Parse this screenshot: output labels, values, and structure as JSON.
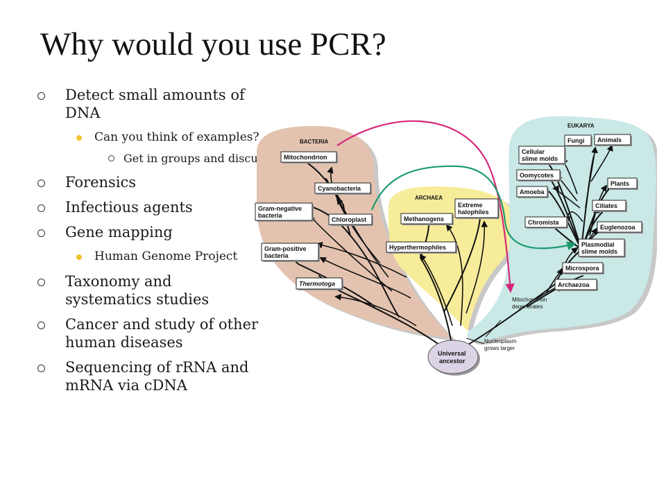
{
  "slide": {
    "title": "Why would you use PCR?",
    "bullets": [
      {
        "text": "Detect small amounts of DNA",
        "sub": [
          {
            "text": "Can you think of examples?",
            "sub": [
              {
                "text": "Get in groups and discuss!"
              }
            ]
          }
        ]
      },
      {
        "text": "Forensics",
        "sub": []
      },
      {
        "text": "Infectious agents",
        "sub": []
      },
      {
        "text": "Gene mapping",
        "sub": [
          {
            "text": "Human Genome Project",
            "sub": []
          }
        ]
      },
      {
        "text": "Taxonomy and systematics studies",
        "sub": []
      },
      {
        "text": "Cancer and study of other human diseases",
        "sub": []
      },
      {
        "text": "Sequencing of rRNA and mRNA via cDNA",
        "sub": []
      }
    ]
  },
  "tree": {
    "domains": {
      "bacteria": "BACTERIA",
      "archaea": "ARCHAEA",
      "eukarya": "EUKARYA"
    },
    "root": [
      "Universal",
      "ancestor"
    ],
    "bacteria": [
      {
        "lines": [
          "Mitochondrion"
        ]
      },
      {
        "lines": [
          "Cyanobacteria"
        ]
      },
      {
        "lines": [
          "Gram-negative",
          "bacteria"
        ]
      },
      {
        "lines": [
          "Chloroplast"
        ]
      },
      {
        "lines": [
          "Gram-positive",
          "bacteria"
        ]
      },
      {
        "lines": [
          "Thermotoga"
        ],
        "italic": true
      }
    ],
    "archaea": [
      {
        "lines": [
          "Methanogens"
        ]
      },
      {
        "lines": [
          "Extreme",
          "halophiles"
        ]
      },
      {
        "lines": [
          "Hyperthermophiles"
        ]
      }
    ],
    "eukarya": [
      {
        "lines": [
          "Cellular",
          "slime molds"
        ]
      },
      {
        "lines": [
          "Fungi"
        ]
      },
      {
        "lines": [
          "Animals"
        ]
      },
      {
        "lines": [
          "Oomycotes"
        ]
      },
      {
        "lines": [
          "Amoeba"
        ]
      },
      {
        "lines": [
          "Plants"
        ]
      },
      {
        "lines": [
          "Ciliates"
        ]
      },
      {
        "lines": [
          "Chromista"
        ]
      },
      {
        "lines": [
          "Euglenozoa"
        ]
      },
      {
        "lines": [
          "Plasmodial",
          "slime molds"
        ]
      },
      {
        "lines": [
          "Microspora"
        ]
      },
      {
        "lines": [
          "Archaezoa"
        ]
      }
    ],
    "annotations": [
      {
        "lines": [
          "Mitochondrion",
          "degenerates"
        ]
      },
      {
        "lines": [
          "Nucleoplasm",
          "grows larger"
        ]
      }
    ],
    "colors": {
      "bacteria": "#e3c3b0",
      "archaea": "#f7ec9a",
      "eukarya": "#c9e8e6",
      "root": "#ddd3e6",
      "mito_arrow": "#d6267a",
      "chloro_arrow": "#1e9a6f"
    }
  }
}
